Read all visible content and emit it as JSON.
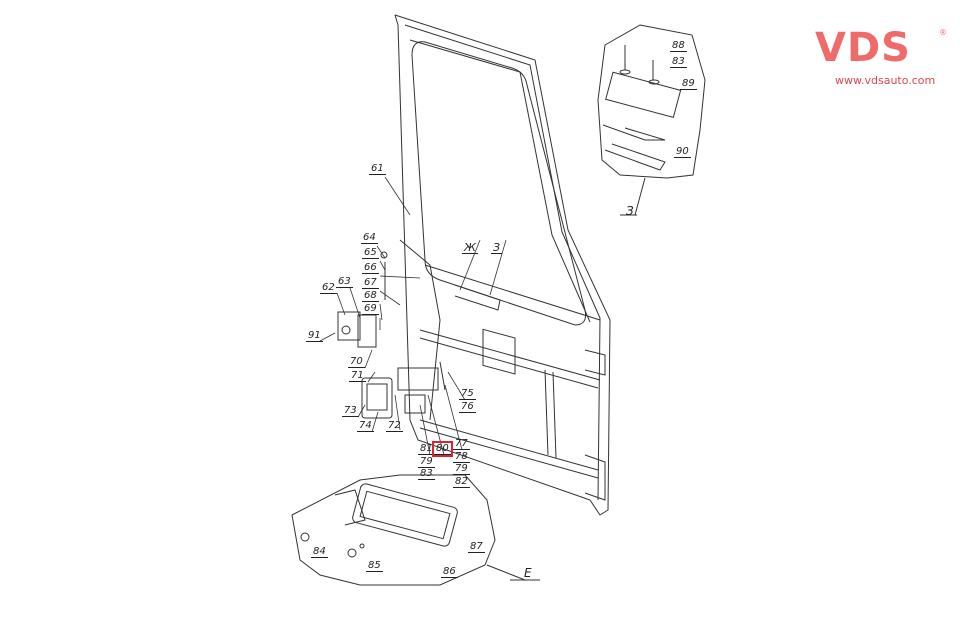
{
  "brand": {
    "logo_text": "VDS",
    "registered": "®",
    "url": "www.vdsauto.com",
    "color": "#f06a6a"
  },
  "highlight_color": "#e0222e",
  "callouts": {
    "c61": "61",
    "c62": "62",
    "c63": "63",
    "c64": "64",
    "c65": "65",
    "c66": "66",
    "c67": "67",
    "c68": "68",
    "c69": "69",
    "c70": "70",
    "c71": "71",
    "c72": "72",
    "c73": "73",
    "c74": "74",
    "c75": "75",
    "c76": "76",
    "c77": "77",
    "c78": "78",
    "c79a": "79",
    "c79b": "79",
    "c80": "80",
    "c81": "81",
    "c82": "82",
    "c83a": "83",
    "c83b": "83",
    "c84": "84",
    "c85": "85",
    "c86": "86",
    "c87": "87",
    "c88": "88",
    "c89": "89",
    "c90": "90",
    "c91": "91"
  },
  "views": {
    "zh": "Ж",
    "z_main": "З",
    "z_detail": "З",
    "e_detail": "Е"
  },
  "selected_part": "80"
}
